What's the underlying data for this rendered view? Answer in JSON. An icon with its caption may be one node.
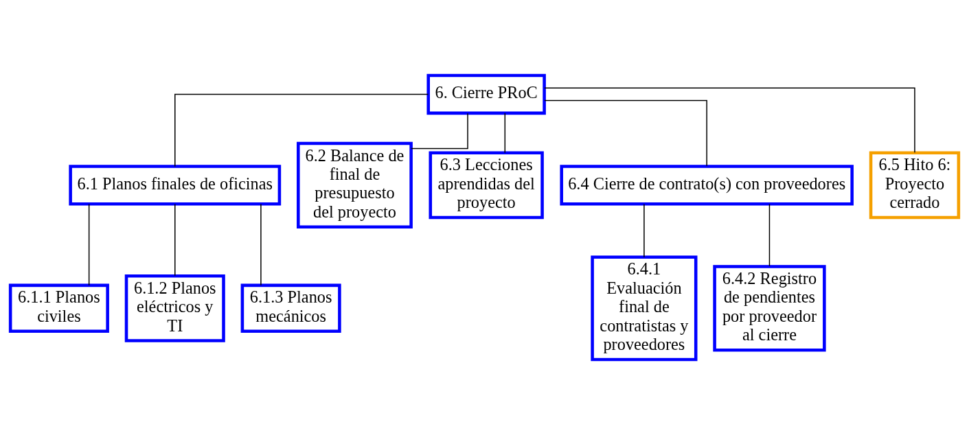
{
  "diagram": {
    "nodes": [
      {
        "text": [
          "6. Cierre PRoC"
        ]
      },
      {
        "text": [
          "6.1 Planos finales de oficinas"
        ]
      },
      {
        "text": [
          "6.1.1 Planos civiles"
        ]
      },
      {
        "text": [
          "6.1.2 Planos eléctricos y TI"
        ]
      },
      {
        "text": [
          "6.1.3 Planos mecánicos"
        ]
      },
      {
        "text": [
          "6.2 Balance de final de presupuesto del proyecto"
        ]
      },
      {
        "text": [
          "6.3 Lecciones aprendidas del proyecto"
        ]
      },
      {
        "text": [
          "6.4 Cierre de contrato(s) con proveedores"
        ]
      },
      {
        "text": [
          "6.4.1 Evaluación final de contratistas y proveedores"
        ]
      },
      {
        "text": [
          "6.4.2 Registro de pendientes por proveedor al cierre"
        ]
      },
      {
        "text": [
          "6.5 Hito 6: Proyecto cerrado"
        ]
      }
    ],
    "edges": [
      {
        "from": 0,
        "to": 1,
        "arrow": "none"
      },
      {
        "from": 0,
        "to": 5,
        "arrow": "none"
      },
      {
        "from": 0,
        "to": 6,
        "arrow": "none"
      },
      {
        "from": 0,
        "to": 7,
        "arrow": "none"
      },
      {
        "from": 0,
        "to": 10,
        "arrow": "none"
      },
      {
        "from": 1,
        "to": 2,
        "arrow": "none"
      },
      {
        "from": 1,
        "to": 3,
        "arrow": "none"
      },
      {
        "from": 1,
        "to": 4,
        "arrow": "none"
      },
      {
        "from": 7,
        "to": 8,
        "arrow": "none"
      },
      {
        "from": 7,
        "to": 9,
        "arrow": "none"
      }
    ]
  }
}
